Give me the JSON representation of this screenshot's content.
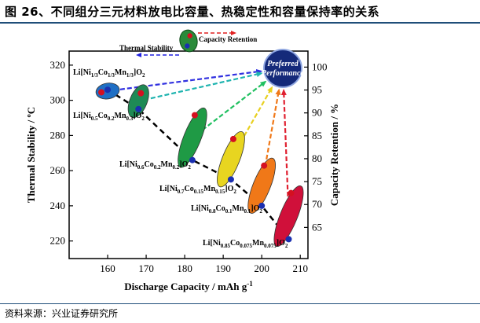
{
  "figure_title": "图 26、不同组分三元材料放电比容量、热稳定性和容量保持率的关系",
  "source": "资料来源：兴业证券研究所",
  "chart_data": {
    "type": "scatter",
    "xlabel": "Discharge Capacity / mAh g",
    "xlabel_sup": "-1",
    "ylabel_left": "Thermal Stability / ºC",
    "ylabel_right": "Capacity Retention / %",
    "xlim": [
      150,
      212
    ],
    "ylim_left": [
      210,
      328
    ],
    "ylim_right": [
      58.2,
      103.5
    ],
    "xticks": [
      160,
      170,
      180,
      190,
      200,
      210
    ],
    "yticks_left": [
      220,
      240,
      260,
      280,
      300,
      320
    ],
    "yticks_right": [
      65,
      70,
      75,
      80,
      85,
      90,
      95,
      100
    ],
    "legend": {
      "thermal": "Thermal Stability",
      "capacity": "Capacity Retention"
    },
    "preferred_label": [
      "Preferred",
      "Performance"
    ],
    "colors": {
      "thermal_arrow": "#2020e0",
      "capacity_arrow": "#e02020",
      "point_blue": "#1a2fb0",
      "point_red": "#d41020",
      "preferred_fill": "#152a7a",
      "trend": "#000000"
    },
    "materials": [
      {
        "parts": [
          [
            "Li[Ni",
            ""
          ],
          [
            "1/3",
            "sub"
          ],
          [
            "Co",
            ""
          ],
          [
            "1/3",
            "sub"
          ],
          [
            "Mn",
            ""
          ],
          [
            "1/3",
            "sub"
          ],
          [
            "]O",
            ""
          ],
          [
            "2",
            "sub"
          ]
        ],
        "capacity": 160,
        "thermal": 306,
        "retention": 94.5,
        "color": "#1f6fc4",
        "arrow_color": "#3030e0"
      },
      {
        "parts": [
          [
            "Li[Ni",
            ""
          ],
          [
            "0.5",
            "sub"
          ],
          [
            "Co",
            ""
          ],
          [
            "0.2",
            "sub"
          ],
          [
            "Mn",
            ""
          ],
          [
            "0.3",
            "sub"
          ],
          [
            "]O",
            ""
          ],
          [
            "2",
            "sub"
          ]
        ],
        "capacity": 168,
        "thermal": 295,
        "retention": 94.3,
        "color": "#1e8a55",
        "arrow_color": "#20b4b0"
      },
      {
        "parts": [
          [
            "Li[Ni",
            ""
          ],
          [
            "0.6",
            "sub"
          ],
          [
            "Co",
            ""
          ],
          [
            "0.2",
            "sub"
          ],
          [
            "Mn",
            ""
          ],
          [
            "0.2",
            "sub"
          ],
          [
            "]O",
            ""
          ],
          [
            "2",
            "sub"
          ]
        ],
        "capacity": 182,
        "thermal": 266,
        "retention": 89.5,
        "color": "#1f9a45",
        "arrow_color": "#20c060"
      },
      {
        "parts": [
          [
            "Li[Ni",
            ""
          ],
          [
            "0.7",
            "sub"
          ],
          [
            "Co",
            ""
          ],
          [
            "0.15",
            "sub"
          ],
          [
            "Mn",
            ""
          ],
          [
            "0.15",
            "sub"
          ],
          [
            "]O",
            ""
          ],
          [
            "2",
            "sub"
          ]
        ],
        "capacity": 192,
        "thermal": 255,
        "retention": 84.3,
        "color": "#e8d520",
        "arrow_color": "#e8d020"
      },
      {
        "parts": [
          [
            "Li[Ni",
            ""
          ],
          [
            "0.8",
            "sub"
          ],
          [
            "Co",
            ""
          ],
          [
            "0.1",
            "sub"
          ],
          [
            "Mn",
            ""
          ],
          [
            "0.1",
            "sub"
          ],
          [
            "]O",
            ""
          ],
          [
            "2",
            "sub"
          ]
        ],
        "capacity": 200,
        "thermal": 240,
        "retention": 78.5,
        "color": "#f07818",
        "arrow_color": "#f07818"
      },
      {
        "parts": [
          [
            "Li[Ni",
            ""
          ],
          [
            "0.85",
            "sub"
          ],
          [
            "Co",
            ""
          ],
          [
            "0.075",
            "sub"
          ],
          [
            "Mn",
            ""
          ],
          [
            "0.075",
            "sub"
          ],
          [
            "]O",
            ""
          ],
          [
            "2",
            "sub"
          ]
        ],
        "capacity": 207,
        "thermal": 221,
        "retention": 72.5,
        "color": "#d0103a",
        "arrow_color": "#e02030"
      }
    ]
  }
}
